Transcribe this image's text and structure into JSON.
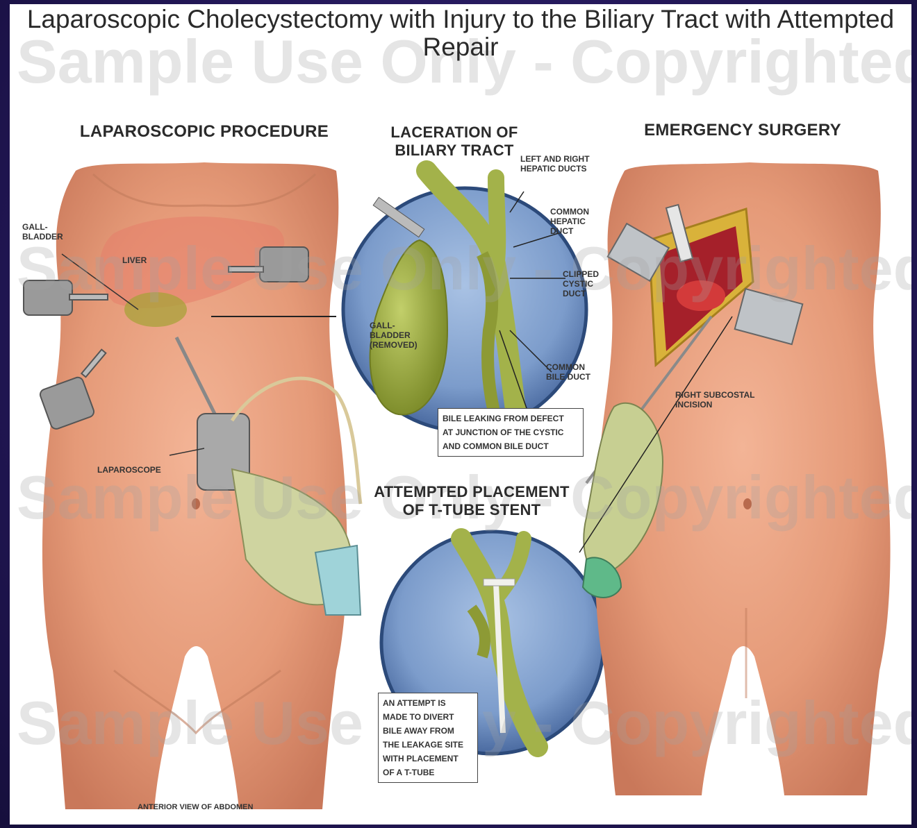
{
  "title": {
    "line1": "Laparoscopic Cholecystectomy with Injury to the Biliary Tract with Attempted",
    "line2": "Repair"
  },
  "watermark": {
    "text": "Sample Use Only - Copyrighted"
  },
  "panels": {
    "left_heading": "LAPAROSCOPIC PROCEDURE",
    "center_top_heading": "LACERATION OF\nBILIARY TRACT",
    "center_bottom_heading": "ATTEMPTED PLACEMENT\nOF T-TUBE STENT",
    "right_heading": "EMERGENCY SURGERY"
  },
  "labels": {
    "gallbladder": "GALL-\nBLADDER",
    "liver": "LIVER",
    "laparoscope": "LAPAROSCOPE",
    "anterior_view": "ANTERIOR VIEW OF ABDOMEN",
    "hepatic_ducts": "LEFT AND RIGHT\nHEPATIC DUCTS",
    "common_hepatic": "COMMON\nHEPATIC\nDUCT",
    "clipped_cystic": "CLIPPED\nCYSTIC\nDUCT",
    "gallbladder_removed": "GALL-\nBLADDER\n(REMOVED)",
    "common_bile": "COMMON\nBILE DUCT",
    "bile_leak": "BILE LEAKING FROM DEFECT\nAT JUNCTION OF THE CYSTIC\nAND COMMON BILE DUCT",
    "t_tube_note": "AN ATTEMPT IS\nMADE TO DIVERT\nBILE AWAY FROM\nTHE LEAKAGE SITE\nWITH PLACEMENT\nOF A T-TUBE",
    "subcostal": "RIGHT SUBCOSTAL\nINCISION"
  },
  "colors": {
    "background": "#24185a",
    "skin": "#e8a283",
    "bile": "#9aab3c",
    "inset": "#6e8fbf"
  }
}
